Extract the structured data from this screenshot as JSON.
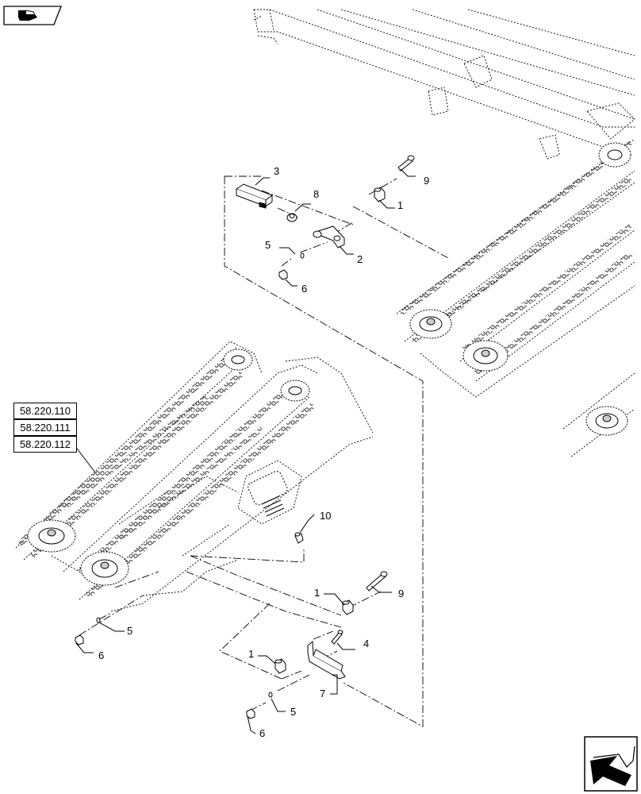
{
  "references": [
    "58.220.110",
    "58.220.111",
    "58.220.112"
  ],
  "callouts": {
    "c1a": "1",
    "c1b": "1",
    "c1c": "1",
    "c2": "2",
    "c3": "3",
    "c4": "4",
    "c5a": "5",
    "c5b": "5",
    "c5c": "5",
    "c6a": "6",
    "c6b": "6",
    "c6c": "6",
    "c7": "7",
    "c8": "8",
    "c9a": "9",
    "c9b": "9",
    "c10": "10"
  },
  "icons": {
    "top_left": "exploded-view-book-icon",
    "bottom_right": "navigation-arrow-icon"
  },
  "colors": {
    "line": "#000000",
    "background": "#ffffff"
  }
}
